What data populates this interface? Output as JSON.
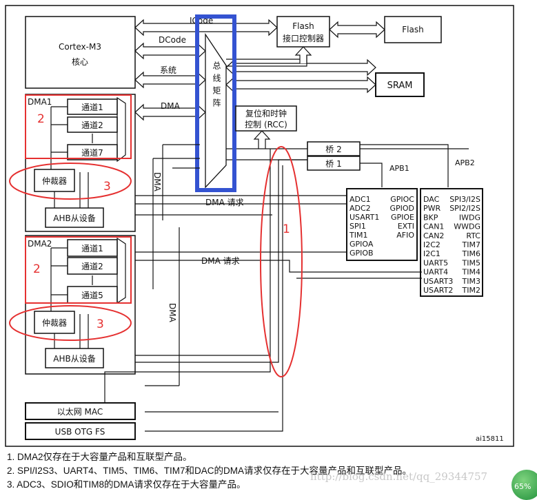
{
  "diagram": {
    "core": [
      "Cortex-M3",
      "核心"
    ],
    "buses": {
      "icode": "ICode",
      "dcode": "DCode",
      "system": "系统",
      "dma": "DMA"
    },
    "bus_matrix": "总线矩阵",
    "flash_if": [
      "Flash",
      "接口控制器"
    ],
    "flash": "Flash",
    "sram": "SRAM",
    "rcc": [
      "复位和时钟",
      "控制 (RCC)"
    ],
    "bridge2": "桥 2",
    "bridge1": "桥 1",
    "apb1_label": "APB1",
    "apb2_label": "APB2",
    "apb1_left": [
      "ADC1",
      "ADC2",
      "USART1",
      "SPI1",
      "TIM1",
      "GPIOA",
      "GPIOB"
    ],
    "apb1_right": [
      "GPIOC",
      "GPIOD",
      "GPIOE",
      "EXTI",
      "AFIO"
    ],
    "apb2_left": [
      "DAC",
      "PWR",
      "BKP",
      "CAN1",
      "CAN2",
      "I2C2",
      "I2C1",
      "UART5",
      "UART4",
      "USART3",
      "USART2"
    ],
    "apb2_right": [
      "SPI3/I2S",
      "SPI2/I2S",
      "IWDG",
      "WWDG",
      "RTC",
      "TIM7",
      "TIM6",
      "TIM5",
      "TIM4",
      "TIM3",
      "TIM2"
    ],
    "dma1": {
      "title": "DMA1",
      "channels": [
        "通道1",
        "通道2",
        "通道7"
      ],
      "arbiter": "仲裁器",
      "ahb_slave": "AHB从设备"
    },
    "dma2": {
      "title": "DMA2",
      "channels": [
        "通道1",
        "通道2",
        "通道5"
      ],
      "arbiter": "仲裁器",
      "ahb_slave": "AHB从设备"
    },
    "dma_request": "DMA 请求",
    "dma_vertical": "DMA",
    "ethernet": "以太网 MAC",
    "usb": "USB OTG FS",
    "figure_id": "ai15811",
    "annotations": {
      "one": "1",
      "two": "2",
      "three": "3"
    },
    "colors": {
      "highlight_blue": "#3453d1",
      "annotation_red": "#e53030"
    }
  },
  "footnotes": [
    "1.  DMA2仅存在于大容量产品和互联型产品。",
    "2.  SPI/I2S3、UART4、TIM5、TIM6、TIM7和DAC的DMA请求仅存在于大容量产品和互联型产品。",
    "3.  ADC3、SDIO和TIM8的DMA请求仅存在于大容量产品。"
  ],
  "watermark": "http://blog.csdn.net/qq_29344757",
  "badge": "65%"
}
